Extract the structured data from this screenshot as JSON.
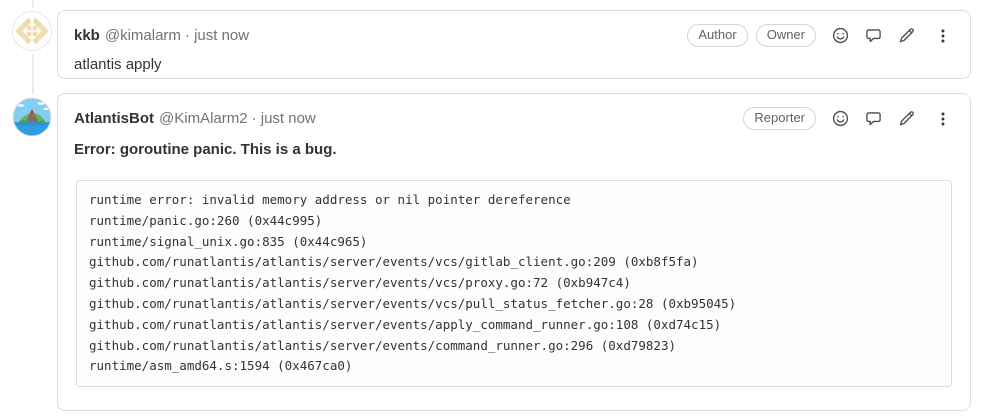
{
  "comments": [
    {
      "author": "kkb",
      "handle": "@kimalarm",
      "timestamp": "· just now",
      "badges": [
        "Author",
        "Owner"
      ],
      "body": "atlantis apply",
      "avatar": "identicon-avatar"
    },
    {
      "author": "AtlantisBot",
      "handle": "@KimAlarm2",
      "timestamp": "· just now",
      "badges": [
        "Reporter"
      ],
      "error_heading": "Error: goroutine panic. This is a bug.",
      "avatar": "atlantis-logo-avatar",
      "code_lines": [
        "runtime error: invalid memory address or nil pointer dereference",
        "runtime/panic.go:260 (0x44c995)",
        "runtime/signal_unix.go:835 (0x44c965)",
        "github.com/runatlantis/atlantis/server/events/vcs/gitlab_client.go:209 (0xb8f5fa)",
        "github.com/runatlantis/atlantis/server/events/vcs/proxy.go:72 (0xb947c4)",
        "github.com/runatlantis/atlantis/server/events/vcs/pull_status_fetcher.go:28 (0xb95045)",
        "github.com/runatlantis/atlantis/server/events/apply_command_runner.go:108 (0xd74c15)",
        "github.com/runatlantis/atlantis/server/events/command_runner.go:296 (0xd79823)",
        "runtime/asm_amd64.s:1594 (0x467ca0)"
      ]
    }
  ],
  "action_icons": [
    "emoji-reaction",
    "comment",
    "edit",
    "more-actions"
  ],
  "colors": {
    "card_border": "#dcdcde",
    "text_primary": "#333238",
    "text_secondary": "#737278",
    "badge_text": "#626168",
    "icon": "#4a4a4f",
    "timeline": "#ececec",
    "identicon_tan": "#f2dcae",
    "sky_blue": "#85cdf2",
    "water_blue": "#2f9de0"
  }
}
